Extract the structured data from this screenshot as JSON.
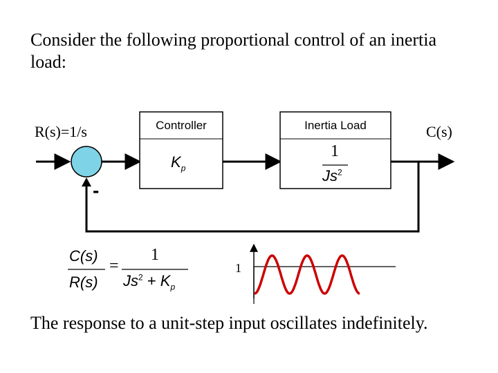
{
  "intro_text": "Consider the following proportional control of an inertia load:",
  "input_signal": "R(s)=1/s",
  "output_signal": "C(s)",
  "blocks": {
    "controller": {
      "title": "Controller",
      "gain": "K",
      "gain_sub": "p"
    },
    "plant": {
      "title": "Inertia Load",
      "numerator": "1",
      "denominator": "Js",
      "power": "2"
    }
  },
  "summing_sign": "-",
  "transfer_function": {
    "lhs_num": "C(s)",
    "lhs_den": "R(s)",
    "equals": "=",
    "rhs_num": "1",
    "rhs_den_a": "Js",
    "rhs_den_pow": "2",
    "rhs_den_plus": "+",
    "rhs_den_b": "K",
    "rhs_den_sub": "p"
  },
  "response_plot": {
    "y_label": "1"
  },
  "outro_text": "The response to a  unit-step input oscillates indefinitely.",
  "colors": {
    "wave": "#cc0000",
    "summing_fill": "#7fd3e6",
    "block_fill": "#ffffff",
    "line": "#000000"
  }
}
